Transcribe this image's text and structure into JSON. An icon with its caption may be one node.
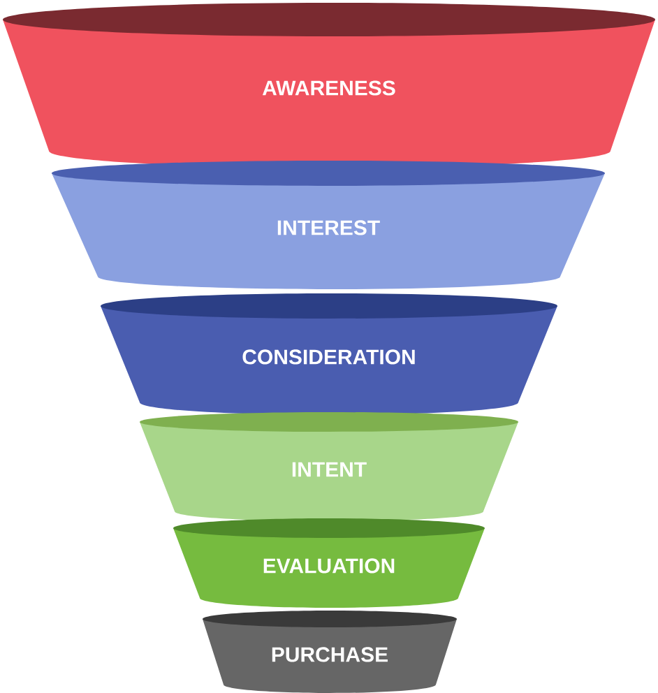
{
  "diagram": {
    "nodes": [
      {
        "text": [
          "AWARENESS"
        ]
      },
      {
        "text": [
          "INTEREST"
        ]
      },
      {
        "text": [
          "CONSIDERATION"
        ]
      },
      {
        "text": [
          "INTENT"
        ]
      },
      {
        "text": [
          "EVALUATION"
        ]
      },
      {
        "text": [
          "PURCHASE"
        ]
      }
    ]
  }
}
